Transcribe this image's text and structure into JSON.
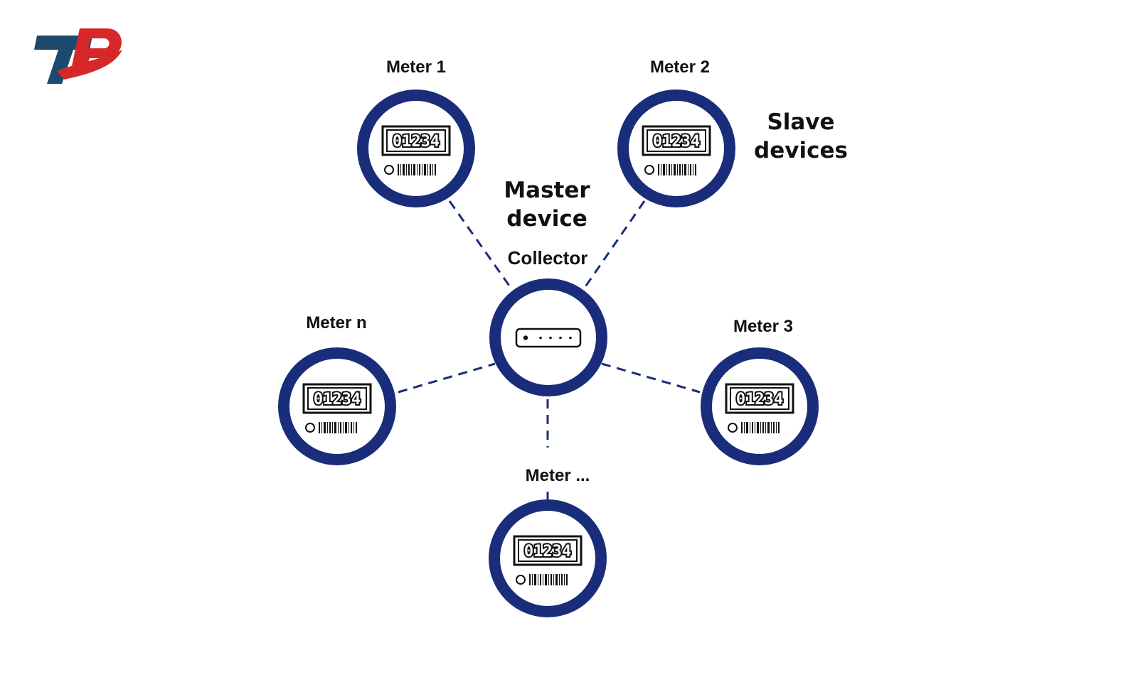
{
  "colors": {
    "ring": "#1a2d7a",
    "connector": "#1a2d7a",
    "logo_blue": "#1c4a6e",
    "logo_red": "#d62828"
  },
  "logo": {
    "text": "TP"
  },
  "labels": {
    "master_device": [
      "Master",
      "device"
    ],
    "slave_devices": [
      "Slave",
      "devices"
    ]
  },
  "collector": {
    "label": "Collector",
    "icon": "router-icon"
  },
  "meters": [
    {
      "label": "Meter 1",
      "reading": "01234"
    },
    {
      "label": "Meter 2",
      "reading": "01234"
    },
    {
      "label": "Meter n",
      "reading": "01234"
    },
    {
      "label": "Meter 3",
      "reading": "01234"
    },
    {
      "label": "Meter ...",
      "reading": "01234"
    }
  ]
}
